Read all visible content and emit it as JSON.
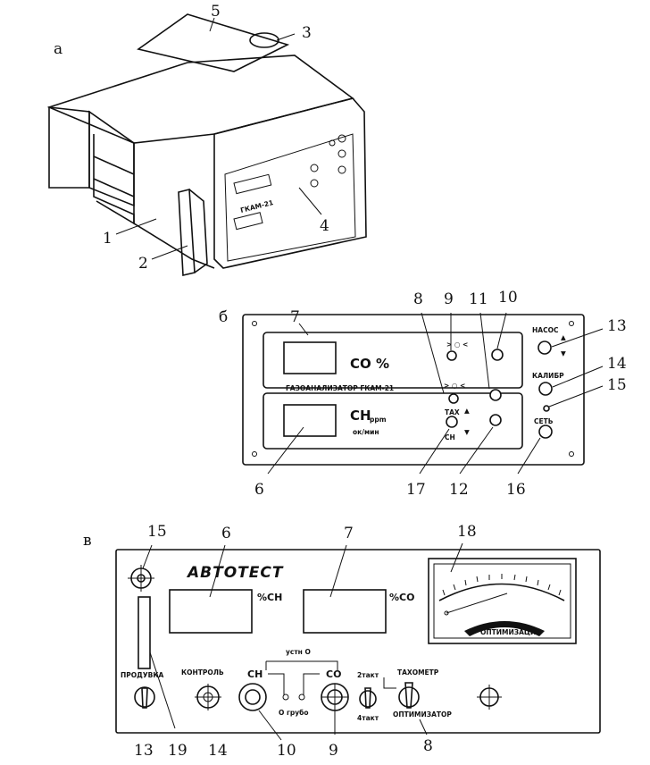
{
  "figure_a": {
    "letter": "а",
    "display_label": "ГКАМ-21",
    "callouts": [
      "1",
      "2",
      "3",
      "4",
      "5"
    ]
  },
  "figure_b": {
    "letter": "б",
    "co_unit": "CO %",
    "ch_unit": "CH",
    "ch_subunit": "ppm",
    "rpm_unit": "ок/мин",
    "device_name": "ГАЗОАНАЛИЗАТОР ГКАМ-21",
    "pump_label": "НАСОС",
    "calib_label": "КАЛИБР",
    "power_label": "СЕТЬ",
    "tax_label": "ТАХ",
    "ch_switch_label": "СН",
    "sym_gt_lt": "> ○ <",
    "arrow_up": "▲",
    "arrow_down": "▼",
    "callouts": {
      "c7": "7",
      "c8": "8",
      "c9": "9",
      "c11": "11",
      "c10": "10",
      "c13": "13",
      "c14": "14",
      "c15": "15",
      "c6": "6",
      "c17": "17",
      "c12": "12",
      "c16": "16"
    }
  },
  "figure_c": {
    "letter": "в",
    "title": "АВТОТЕСТ",
    "ch_unit": "%CH",
    "co_unit": "%CO",
    "purge_label": "ПРОДУВКА",
    "control_label": "КОНТРОЛЬ",
    "ch_label": "СН",
    "co_label": "СО",
    "zero_fine_label": "устн О",
    "zero_coarse_label": "О грубо",
    "tachometer_label": "ТАХОМЕТР",
    "optimizer_label": "ОПТИМИЗАТОР",
    "meter_label": "ОПТИМИЗАЦИЯ",
    "toggle_top": "2такт",
    "toggle_bottom": "4такт",
    "callouts": {
      "c15": "15",
      "c6": "6",
      "c7": "7",
      "c18": "18",
      "c13": "13",
      "c19": "19",
      "c14": "14",
      "c10": "10",
      "c9": "9",
      "c8": "8"
    }
  }
}
